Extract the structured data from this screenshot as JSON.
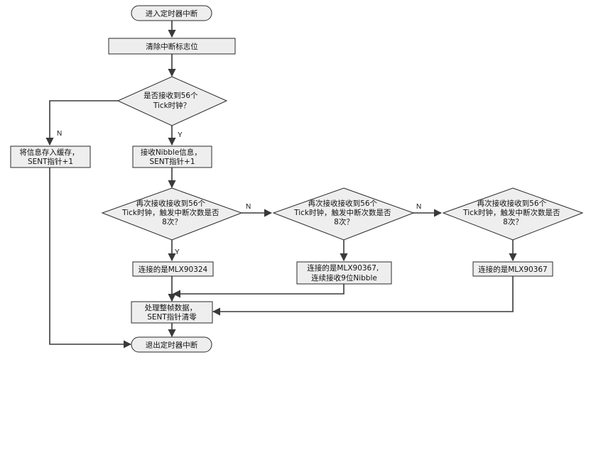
{
  "nodes": {
    "start": [
      "进入定时器中断"
    ],
    "clear_flag": [
      "清除中断标志位"
    ],
    "check_56_tick": [
      "是否接收到56个",
      "Tick时钟？"
    ],
    "store_buffer": [
      "将信息存入缓存，",
      "SENT指针+1"
    ],
    "receive_nibble": [
      "接收Nibble信息，",
      "SENT指针+1"
    ],
    "check_again_1": [
      "再次接收接收到56个",
      "Tick时钟，触发中断次数是否",
      "8次？"
    ],
    "check_again_2": [
      "再次接收接收到56个",
      "Tick时钟，触发中断次数是否",
      "8次？"
    ],
    "check_again_3": [
      "再次接收接收到56个",
      "Tick时钟，触发中断次数是否",
      "8次？"
    ],
    "mlx90324": [
      "连接的是MLX90324"
    ],
    "mlx90367_nibble": [
      "连接的是MLX90367,",
      "连续接收9位Nibble"
    ],
    "mlx90367": [
      "连接的是MLX90367"
    ],
    "process_frame": [
      "处理整帧数据，",
      "SENT指针清零"
    ],
    "end": [
      "退出定时器中断"
    ]
  },
  "edge_labels": {
    "no_store": "N",
    "yes_receive": "Y",
    "no_second": "N",
    "no_third": "N",
    "yes_mlx90324": "Y"
  }
}
